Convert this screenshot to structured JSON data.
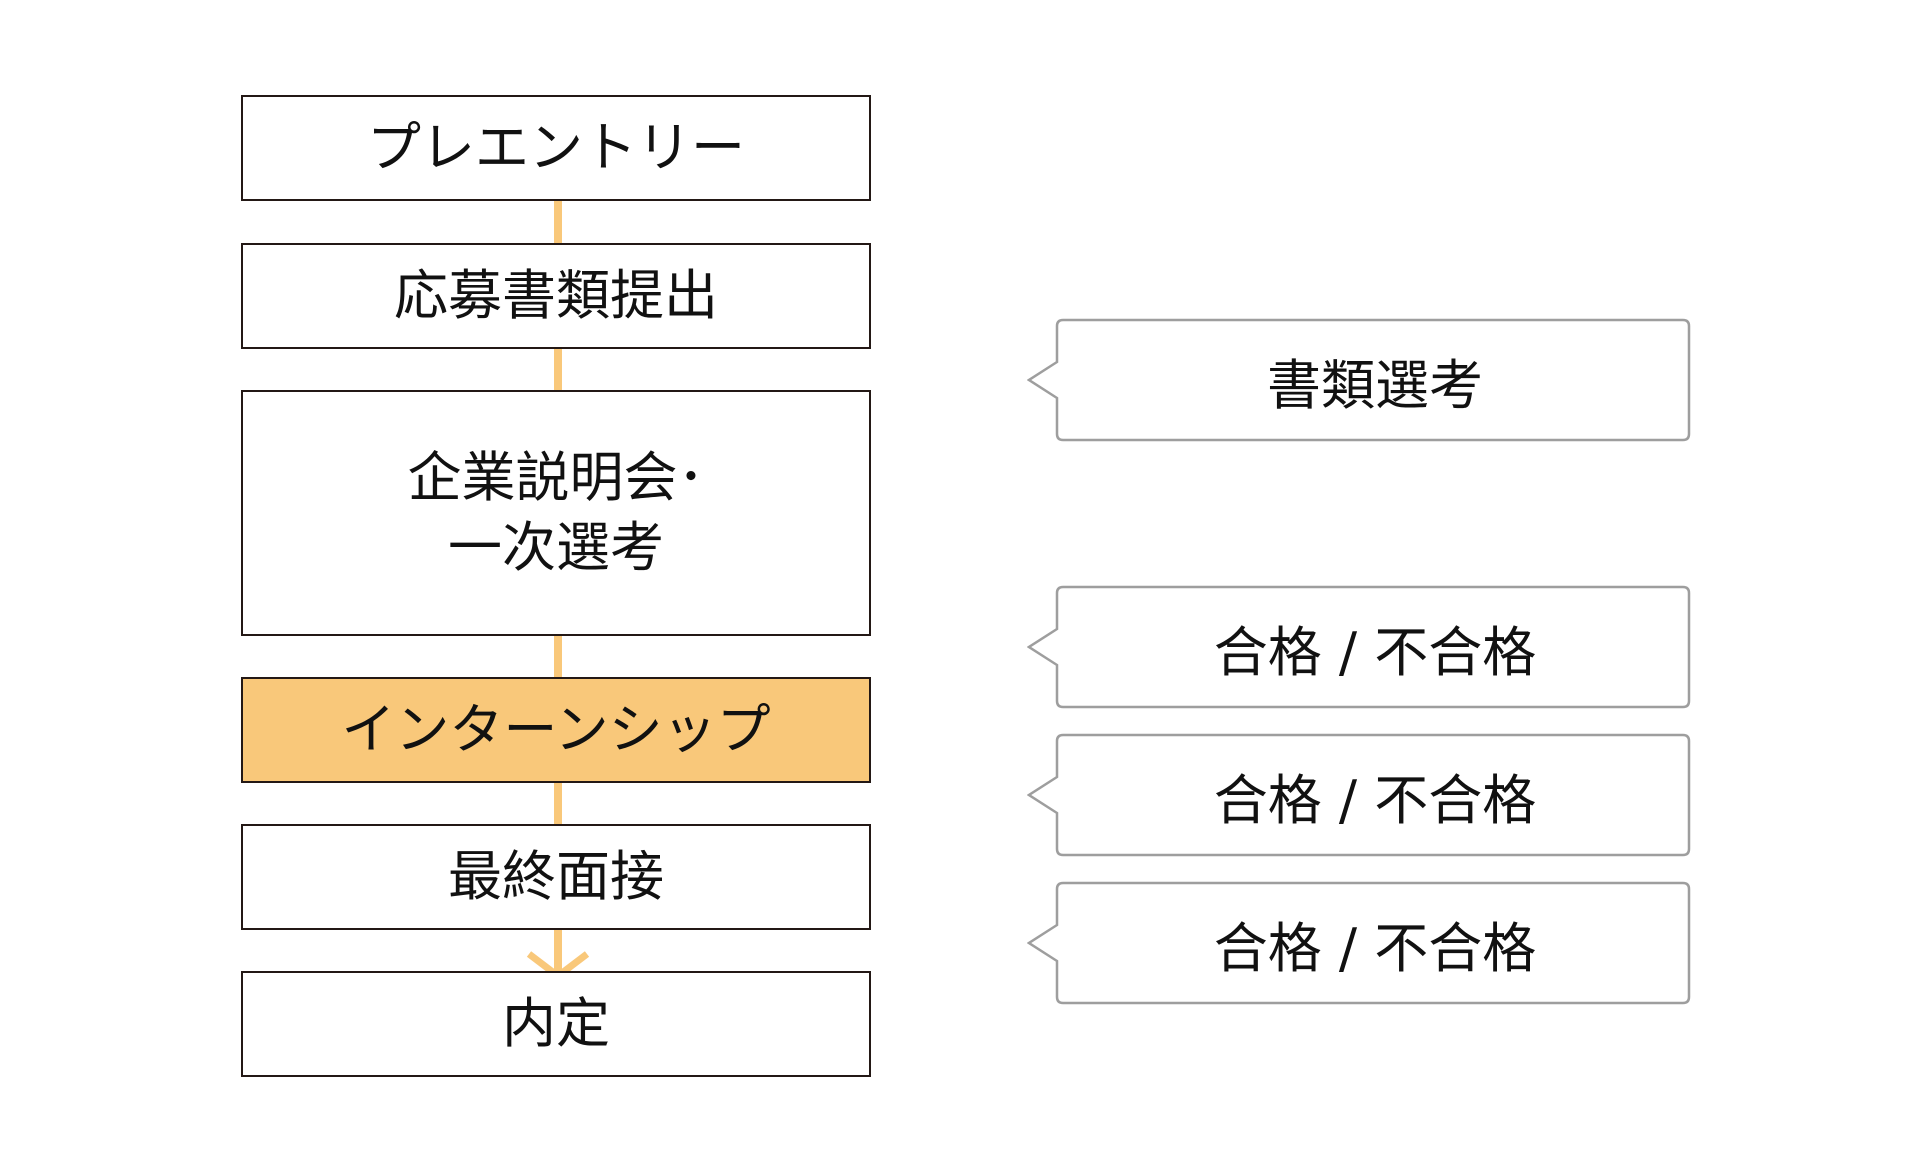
{
  "colors": {
    "accent": "#f9c87a",
    "box_border": "#231815",
    "callout_border": "#9e9e9e",
    "text": "#111111"
  },
  "flow": {
    "steps": [
      {
        "label": "プレエントリー"
      },
      {
        "label": "応募書類提出"
      },
      {
        "label": "企業説明会･\n一次選考"
      },
      {
        "label": "インターンシップ",
        "highlighted": true
      },
      {
        "label": "最終面接"
      },
      {
        "label": "内定"
      }
    ]
  },
  "results": [
    {
      "label": "書類選考"
    },
    {
      "label": "合格 / 不合格"
    },
    {
      "label": "合格 / 不合格"
    },
    {
      "label": "合格 / 不合格"
    }
  ]
}
